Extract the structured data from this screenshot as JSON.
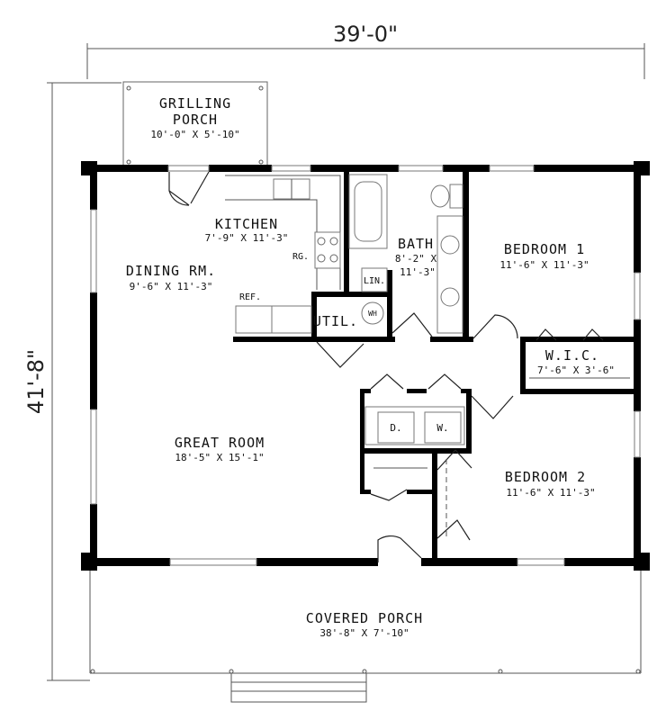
{
  "plan": {
    "overall_width": "39'-0\"",
    "overall_depth": "41'-8\""
  },
  "rooms": {
    "grilling_porch": {
      "line1": "GRILLING",
      "line2": "PORCH",
      "dims": "10'-0\" X 5'-10\""
    },
    "kitchen": {
      "name": "KITCHEN",
      "dims": "7'-9\" X 11'-3\""
    },
    "dining": {
      "name": "DINING RM.",
      "dims": "9'-6\" X 11'-3\""
    },
    "bath": {
      "name": "BATH",
      "dims_line1": "8'-2\" X",
      "dims_line2": "11'-3\""
    },
    "bedroom1": {
      "name": "BEDROOM 1",
      "dims": "11'-6\" X 11'-3\""
    },
    "util": {
      "name": "UTIL."
    },
    "wic": {
      "name": "W.I.C.",
      "dims": "7'-6\" X 3'-6\""
    },
    "great_room": {
      "name": "GREAT ROOM",
      "dims": "18'-5\" X 15'-1\""
    },
    "bedroom2": {
      "name": "BEDROOM 2",
      "dims": "11'-6\" X 11'-3\""
    },
    "covered_porch": {
      "name": "COVERED PORCH",
      "dims": "38'-8\" X 7'-10\""
    }
  },
  "fixtures": {
    "range": "RG.",
    "refrigerator": "REF.",
    "linen": "LIN.",
    "water_heater": "WH",
    "dryer": "D.",
    "washer": "W."
  }
}
